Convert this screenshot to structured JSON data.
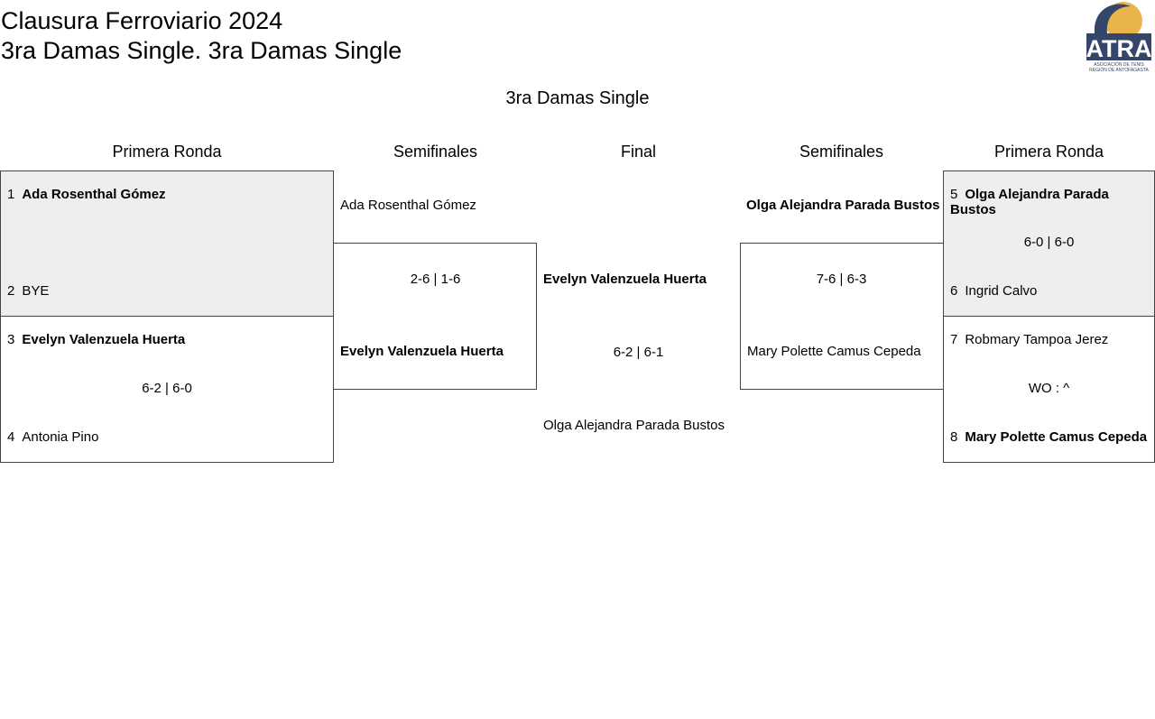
{
  "header": {
    "title": "Clausura Ferroviario 2024",
    "subtitle": "3ra Damas Single. 3ra Damas Single",
    "logo_text": "ATRA",
    "logo_caption": "ASOCIACIÓN DE TENIS REGIÓN DE ANTOFAGASTA"
  },
  "bracket_title": "3ra Damas Single",
  "columns": [
    "Primera Ronda",
    "Semifinales",
    "Final",
    "Semifinales",
    "Primera Ronda"
  ],
  "left_r1": [
    {
      "p1_seed": "1",
      "p1": "Ada Rosenthal Gómez",
      "p2_seed": "2",
      "p2": "BYE",
      "score": ""
    },
    {
      "p1_seed": "3",
      "p1": "Evelyn Valenzuela Huerta",
      "p2_seed": "4",
      "p2": "Antonia Pino",
      "score": "6-2 | 6-0"
    }
  ],
  "left_sf": {
    "p1": "Ada Rosenthal Gómez",
    "score": "2-6 | 1-6",
    "p2": "Evelyn Valenzuela Huerta"
  },
  "final": {
    "p1": "Evelyn Valenzuela Huerta",
    "score": "6-2 | 6-1",
    "p2": "Olga Alejandra Parada Bustos"
  },
  "right_sf": {
    "p1": "Olga Alejandra Parada Bustos",
    "score": "7-6 | 6-3",
    "p2": "Mary Polette Camus Cepeda"
  },
  "right_r1": [
    {
      "p1_seed": "5",
      "p1": "Olga Alejandra Parada Bustos",
      "p2_seed": "6",
      "p2": "Ingrid Calvo",
      "score": "6-0 | 6-0"
    },
    {
      "p1_seed": "7",
      "p1": "Robmary Tampoa Jerez",
      "p2_seed": "8",
      "p2": "Mary Polette Camus Cepeda",
      "score": "WO : ^"
    }
  ],
  "colors": {
    "shade": "#eeeeee",
    "logo_navy": "#34466a",
    "logo_gold": "#e9b44c"
  }
}
